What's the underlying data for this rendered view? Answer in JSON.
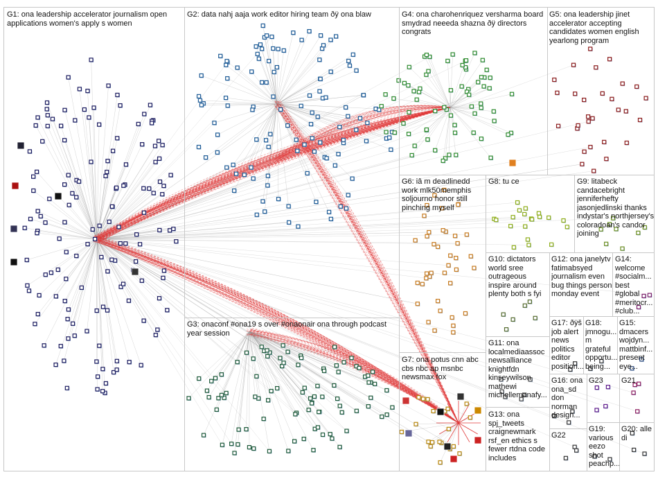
{
  "title": "",
  "groups": [
    {
      "id": "G1",
      "label": "G1: ona leadership accelerator journalism open applications women's apply s women",
      "color": "#1a1a5e"
    },
    {
      "id": "G2",
      "label": "G2: data nahj aaja work editor hiring team ðÿ ona blaw",
      "color": "#1f5c96"
    },
    {
      "id": "G3",
      "label": "G3: onaconf #ona19 s over #onaonair ona through podcast year session",
      "color": "#1e5a3a"
    },
    {
      "id": "G4",
      "label": "G4: ona charohenriquez versharma board smydrad neeeda shazna ðÿ directors congrats",
      "color": "#2e8b2e"
    },
    {
      "id": "G5",
      "label": "G5: ona leadership jinet accelerator accepting candidates women english yearlong program",
      "color": "#8b1a1a"
    },
    {
      "id": "G6",
      "label": "G6: iâ m deadlinedd work mlk50memphis soljourno honor still pinching myself",
      "color": "#c77a1e"
    },
    {
      "id": "G7",
      "label": "G7: ona potus cnn abc cbs nbc ap msnbc newsmax fox",
      "color": "#b8860b"
    },
    {
      "id": "G8",
      "label": "G8: tu ce",
      "color": "#8fae1a"
    },
    {
      "id": "G9",
      "label": "G9: litabeck candacebright jenniferhefty jasonjedlinski thanks indystar's northjersey's coloradoan's candor joining",
      "color": "#6b8e23"
    },
    {
      "id": "G10",
      "label": "G10: dictators world sree outrageous inspire around plenty both s fyi",
      "color": "#556b2f"
    },
    {
      "id": "G11",
      "label": "G11: ona localmediaassoc newsalliance knightfdn kinseywilson mathewi michellemanafy...",
      "color": "#444444"
    },
    {
      "id": "G12",
      "label": "G12: ona janelytv fatimabsyed journalism even bug things person monday event",
      "color": "#333333"
    },
    {
      "id": "G13",
      "label": "G13: ona spj_tweets craignewmark rsf_en ethics s fewer rtdna code includes",
      "color": "#333333"
    },
    {
      "id": "G14",
      "label": "G14: welcome #socialm... best #global #meritocr... #club...",
      "color": "#7a1f6a"
    },
    {
      "id": "G15",
      "label": "G15: dmacers wojdyn... mattbinf... present eye...",
      "color": "#2e4a7a"
    },
    {
      "id": "G16",
      "label": "G16: ona ona_sd don norman design...",
      "color": "#333333"
    },
    {
      "id": "G17",
      "label": "G17: ðÿš job alert news politics editor position...",
      "color": "#333333"
    },
    {
      "id": "G18",
      "label": "G18: jmnogu... m grateful opportu... being...",
      "color": "#333333"
    },
    {
      "id": "G19",
      "label": "G19: various eezo shot peachp...",
      "color": "#333333"
    },
    {
      "id": "G20",
      "label": "G20: alle di",
      "color": "#333333"
    },
    {
      "id": "G21",
      "label": "G21",
      "color": "#8b1a5e"
    },
    {
      "id": "G22",
      "label": "G22",
      "color": "#333333"
    },
    {
      "id": "G23",
      "label": "G23",
      "color": "#5e1a8b"
    }
  ]
}
